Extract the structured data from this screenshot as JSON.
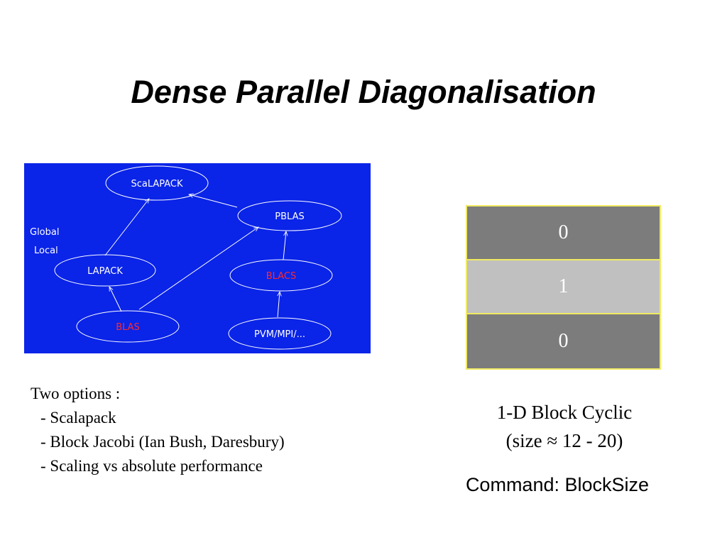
{
  "slide": {
    "title": "Dense Parallel Diagonalisation"
  },
  "diagram": {
    "colors": {
      "background": "#0a24e8",
      "stroke": "#ffffff",
      "text_default": "#ffffff",
      "text_highlight": "#ff2a2a"
    },
    "side_labels": {
      "global": "Global",
      "local": "Local"
    },
    "nodes": {
      "scalapack": "ScaLAPACK",
      "pblas": "PBLAS",
      "lapack": "LAPACK",
      "blacs": "BLACS",
      "blas": "BLAS",
      "pvm": "PVM/MPI/..."
    }
  },
  "grid": {
    "cells": [
      "0",
      "1",
      "0"
    ],
    "colors": {
      "dark": "#7c7c7c",
      "light": "#c0c0c0",
      "border": "#f0ea62"
    }
  },
  "options": {
    "heading": "Two options :",
    "items": [
      "- Scalapack",
      "- Block Jacobi (Ian Bush, Daresbury)",
      "- Scaling vs absolute performance"
    ]
  },
  "caption": {
    "line1": "1-D Block Cyclic",
    "line2": "(size ≈ 12 - 20)"
  },
  "command": "Command: BlockSize"
}
